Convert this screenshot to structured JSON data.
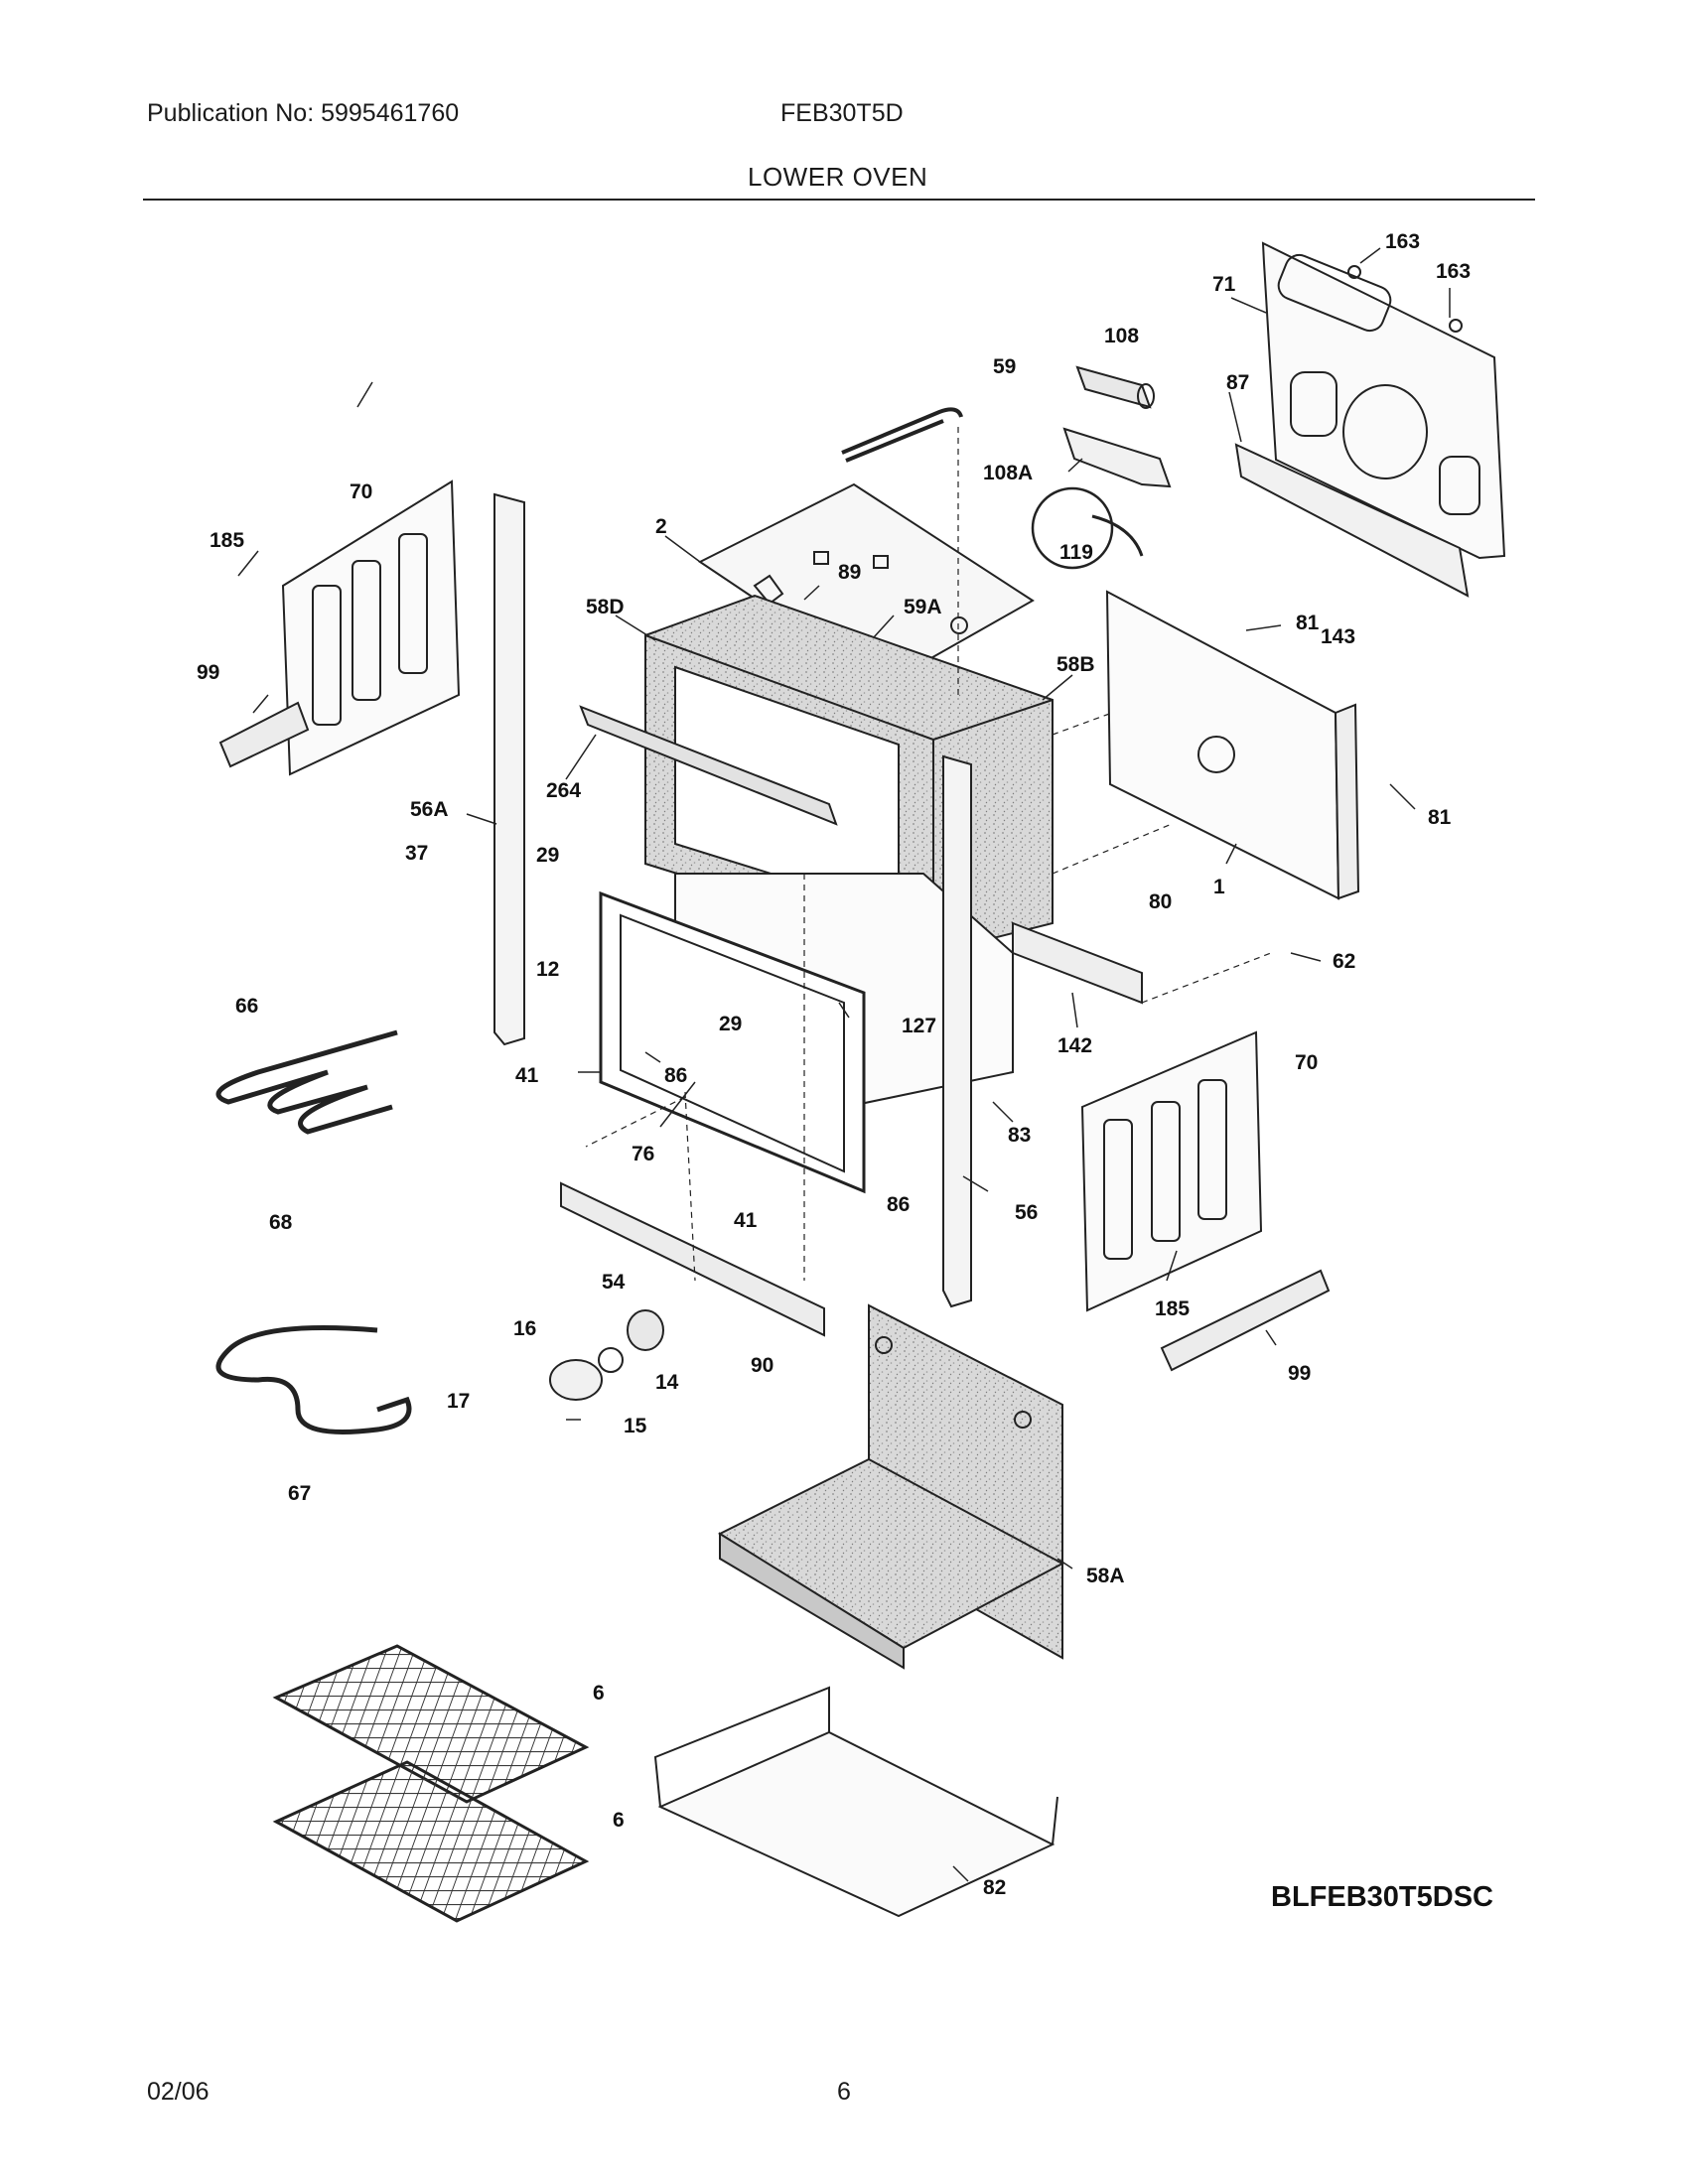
{
  "header": {
    "publication": "Publication No: 5995461760",
    "model": "FEB30T5D",
    "section": "LOWER OVEN"
  },
  "diagram": {
    "code": "BLFEB30T5DSC",
    "callouts": {
      "c163a": "163",
      "c163b": "163",
      "c71": "71",
      "c108": "108",
      "c59": "59",
      "c87": "87",
      "c108A": "108A",
      "c70a": "70",
      "c185a": "185",
      "c2": "2",
      "c119": "119",
      "c89": "89",
      "c58D": "58D",
      "c59A": "59A",
      "c81a": "81",
      "c143": "143",
      "c58B": "58B",
      "c99a": "99",
      "c264": "264",
      "c81b": "81",
      "c56A": "56A",
      "c37": "37",
      "c29a": "29",
      "c80": "80",
      "c1": "1",
      "c62": "62",
      "c12": "12",
      "c66": "66",
      "c29b": "29",
      "c127": "127",
      "c142": "142",
      "c41a": "41",
      "c86a": "86",
      "c70b": "70",
      "c83": "83",
      "c76": "76",
      "c68": "68",
      "c41b": "41",
      "c86b": "86",
      "c56": "56",
      "c185b": "185",
      "c54": "54",
      "c16": "16",
      "c90": "90",
      "c14": "14",
      "c99b": "99",
      "c17": "17",
      "c15": "15",
      "c67": "67",
      "c58A": "58A",
      "c6a": "6",
      "c6b": "6",
      "c82": "82"
    }
  },
  "footer": {
    "date": "02/06",
    "page": "6"
  }
}
